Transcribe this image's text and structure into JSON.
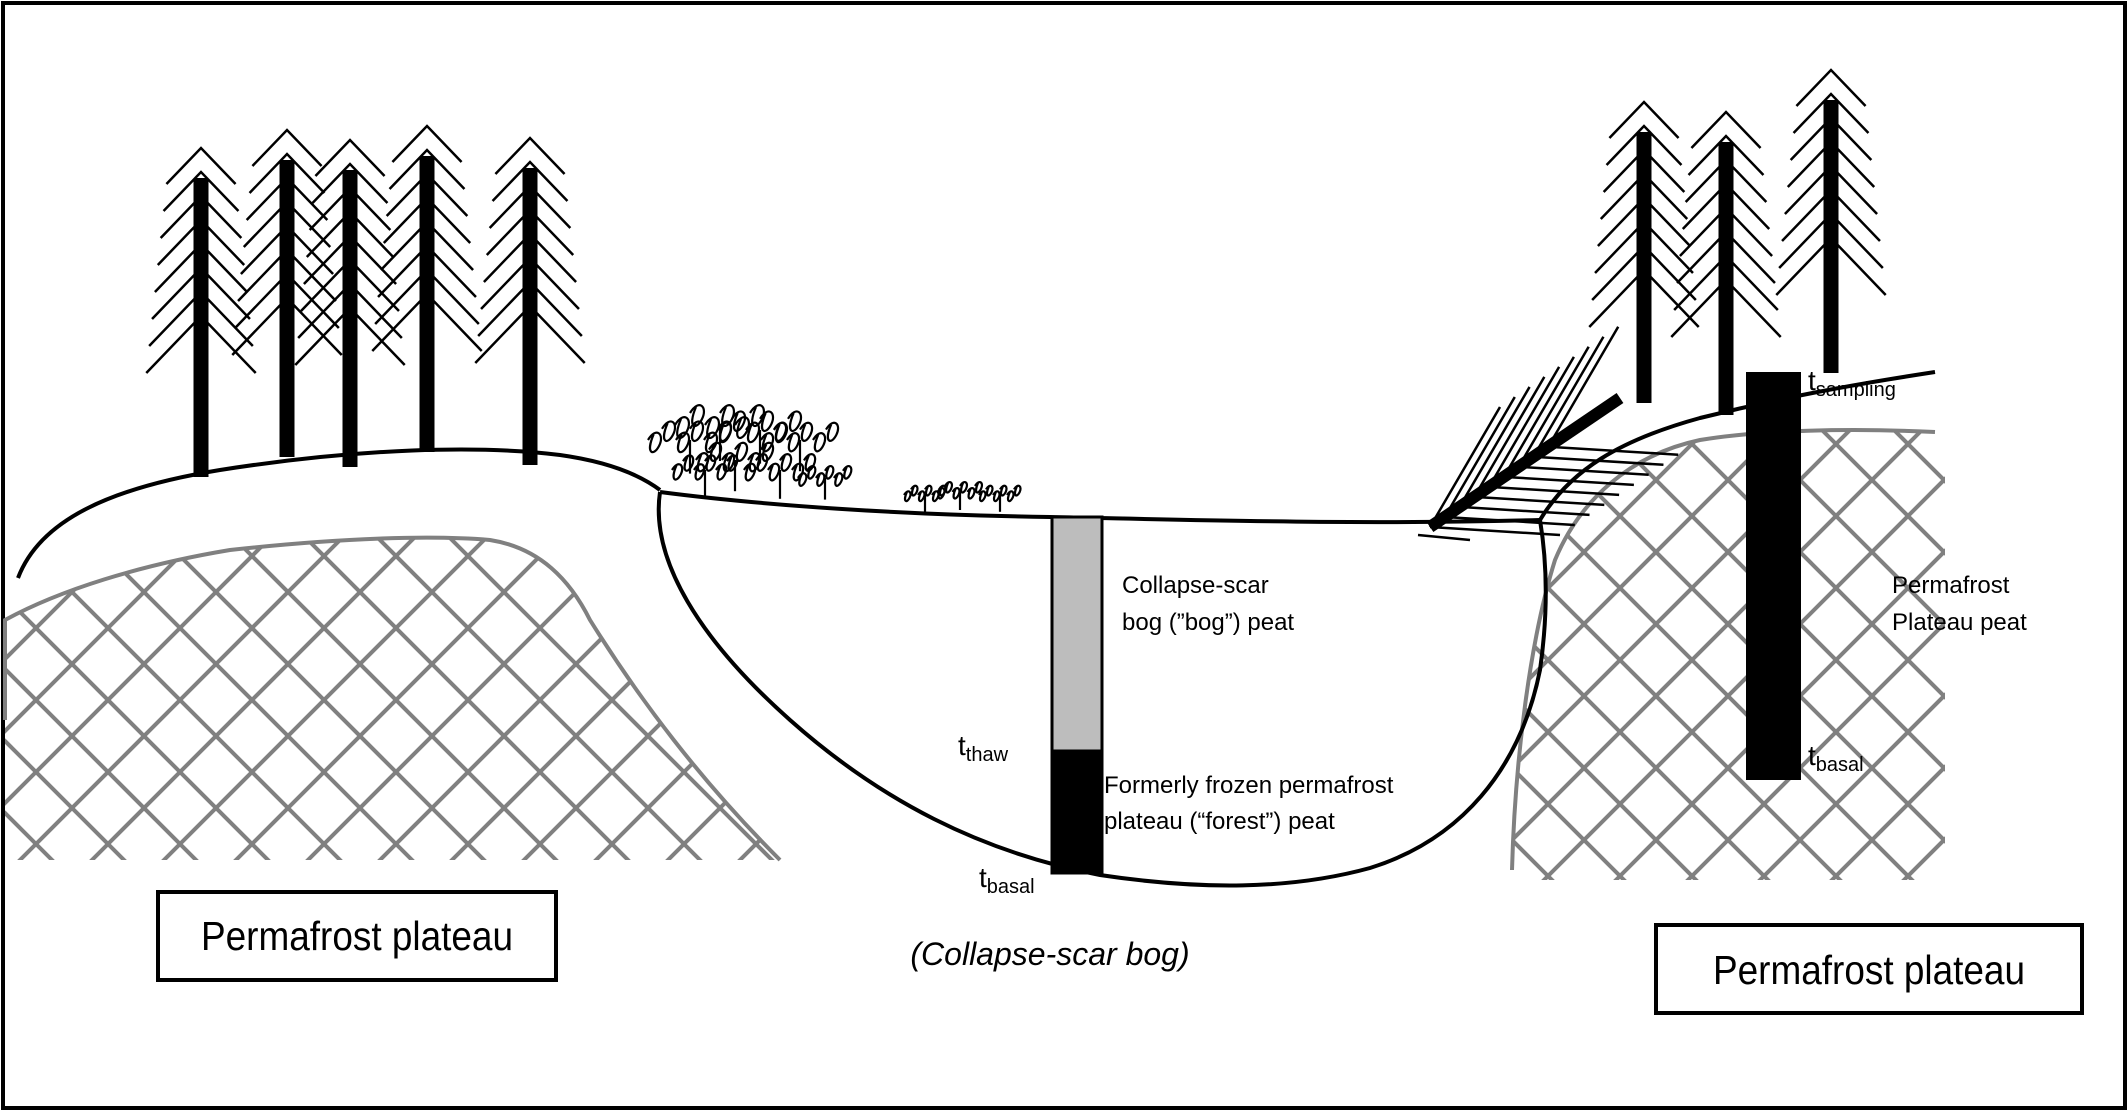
{
  "labels": {
    "left_box": "Permafrost plateau",
    "right_box": "Permafrost plateau",
    "center_caption": "(Collapse-scar bog)",
    "bog_peat_line1": "Collapse-scar",
    "bog_peat_line2": "bog (”bog”) peat",
    "forest_peat_line1": "Formerly frozen permafrost",
    "forest_peat_line2": "plateau (“forest”) peat",
    "plateau_peat_line1": "Permafrost",
    "plateau_peat_line2": "Plateau peat"
  },
  "time_markers": {
    "thaw": {
      "base": "t",
      "sub": "thaw"
    },
    "basal_bog": {
      "base": "t",
      "sub": "basal"
    },
    "sampling": {
      "base": "t",
      "sub": "sampling"
    },
    "basal_plateau": {
      "base": "t",
      "sub": "basal"
    }
  },
  "colors": {
    "ink": "#000000",
    "permafrost_hatch": "#808080",
    "bog_peat": "#bdbdbd",
    "forest_peat": "#000000"
  }
}
